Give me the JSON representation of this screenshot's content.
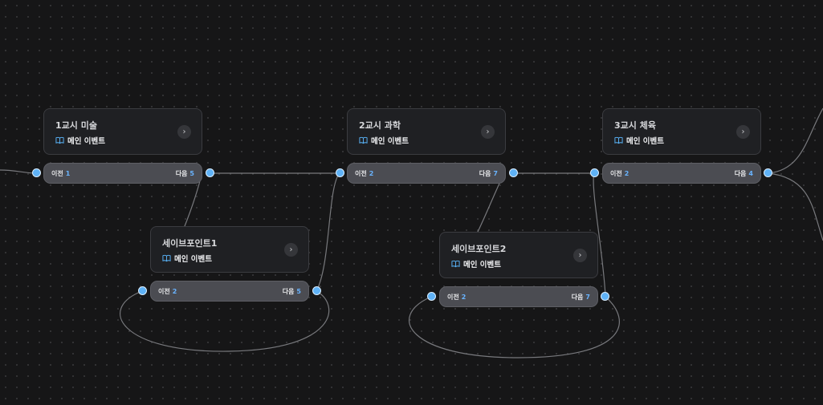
{
  "nodes": [
    {
      "title": "1교시 미술",
      "sub": "메인 이벤트",
      "prev_label": "이전",
      "prev_num": "1",
      "next_label": "다음",
      "next_num": "5"
    },
    {
      "title": "2교시 과학",
      "sub": "메인 이벤트",
      "prev_label": "이전",
      "prev_num": "2",
      "next_label": "다음",
      "next_num": "7"
    },
    {
      "title": "3교시 체육",
      "sub": "메인 이벤트",
      "prev_label": "이전",
      "prev_num": "2",
      "next_label": "다음",
      "next_num": "4"
    },
    {
      "title": "세이브포인트1",
      "sub": "메인 이벤트",
      "prev_label": "이전",
      "prev_num": "2",
      "next_label": "다음",
      "next_num": "5"
    },
    {
      "title": "세이브포인트2",
      "sub": "메인 이벤트",
      "prev_label": "이전",
      "prev_num": "2",
      "next_label": "다음",
      "next_num": "7"
    }
  ],
  "icons": {
    "sub": "book-icon",
    "arrow": "chevron-right-icon",
    "port": "connector-port"
  },
  "colors": {
    "canvas": "#161617",
    "card": "#1f2023",
    "bar": "#4b4c52",
    "port": "#5fb2f6",
    "number": "#69b4ff",
    "wire": "#8a8b8f"
  },
  "arrow_glyph": "›"
}
